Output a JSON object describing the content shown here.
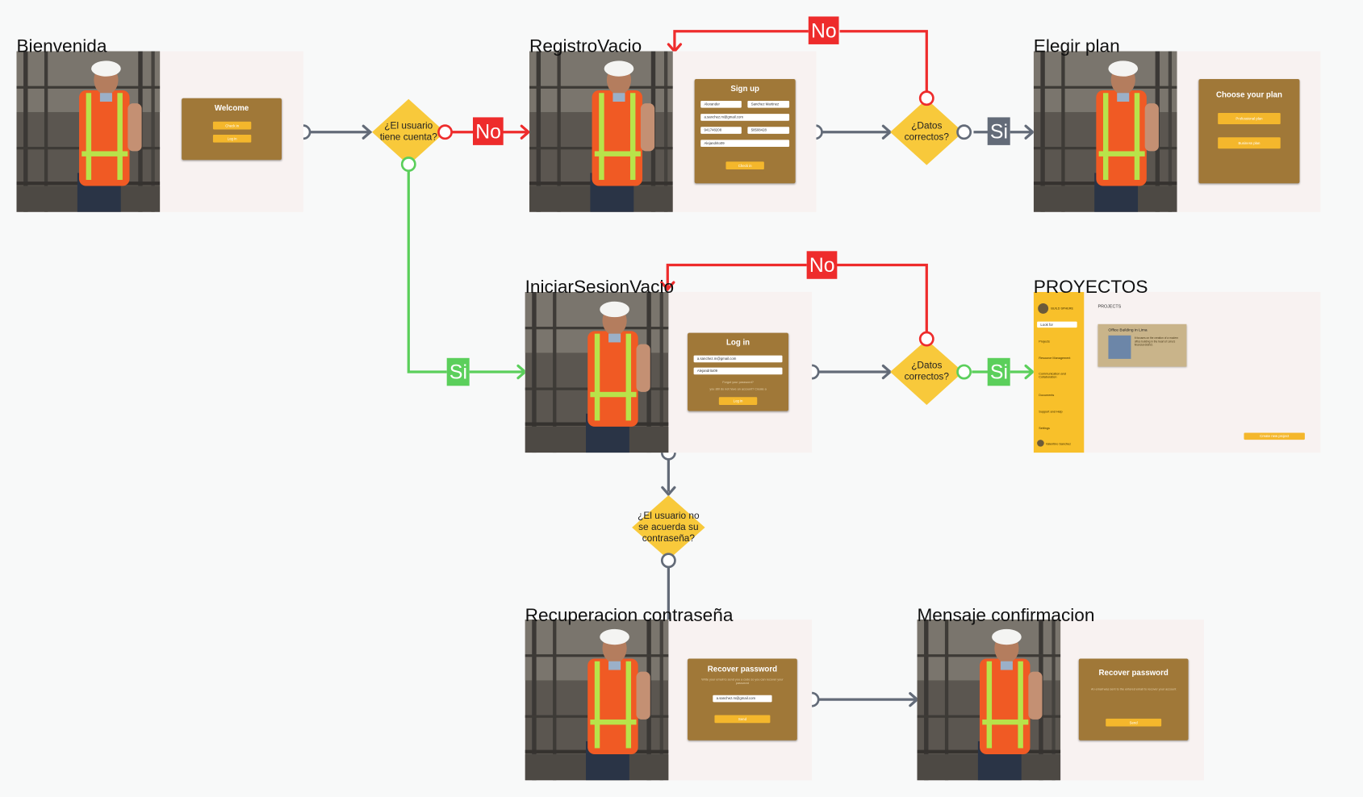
{
  "colors": {
    "background": "#f8f9f9",
    "connector_gray": "#636b78",
    "no_red": "#ee2c2c",
    "si_green": "#5bcf5b",
    "si_gray_badge": "#636b78",
    "decision_yellow": "#f8c93b",
    "card_brown": "#a07838",
    "button_yellow": "#f4b72c",
    "sidebar_yellow": "#f8c02a"
  },
  "frames": {
    "bienvenida": {
      "title": "Bienvenida",
      "card_title": "Welcome",
      "buttons": [
        "Check in",
        "Log in"
      ]
    },
    "registro": {
      "title": "RegistroVacio",
      "card_title": "Sign up",
      "fields": [
        "Alexander",
        "Sanchez Martinez",
        "a.sanchez.m@gmail.com",
        "941748208",
        "58508428",
        "Alejandrito09"
      ],
      "button": "Check in"
    },
    "elegir_plan": {
      "title": "Elegir plan",
      "card_title": "Choose your plan",
      "buttons": [
        "Professional plan",
        "Business plan"
      ]
    },
    "iniciar_sesion": {
      "title": "IniciarSesionVacio",
      "card_title": "Log in",
      "fields": [
        "a.sanchez.m@gmail.com",
        "Alejandrito09"
      ],
      "forgot_text": "Forgot your password?",
      "signup_text": "you still do not have an account?   Create a",
      "button": "Log in"
    },
    "proyectos": {
      "title": "PROYECTOS",
      "brand": "BUILD SPHERE",
      "search": "Look for",
      "menu": [
        "Projects",
        "Resource Management",
        "Communication and Collaboration",
        "Documents",
        "Support and Help",
        "Settings"
      ],
      "user": "Valentino Sanchez",
      "heading": "PROJECTS",
      "project_name": "Office Building in Lima",
      "project_desc": "It focuses on the creation of a modern office building in the heart of Lima's financial district.",
      "create_button": "Create new project"
    },
    "recuperacion": {
      "title": "Recuperacion contraseña",
      "card_title": "Recover password",
      "hint": "Write your email to send you a code so you can recover your password",
      "field": "a.sanchez.m@gmail.com",
      "button": "Send"
    },
    "mensaje": {
      "title": "Mensaje confirmacion",
      "card_title": "Recover password",
      "hint": "An email was sent to the entered email to recover your account",
      "button": "Send"
    }
  },
  "decisions": {
    "tiene_cuenta": "¿El usuario tiene cuenta?",
    "datos_registro": "¿Datos correctos?",
    "datos_login": "¿Datos correctos?",
    "olvido": "¿El usuario no se acuerda su contraseña?"
  },
  "badges": {
    "no": "No",
    "si": "Si"
  }
}
